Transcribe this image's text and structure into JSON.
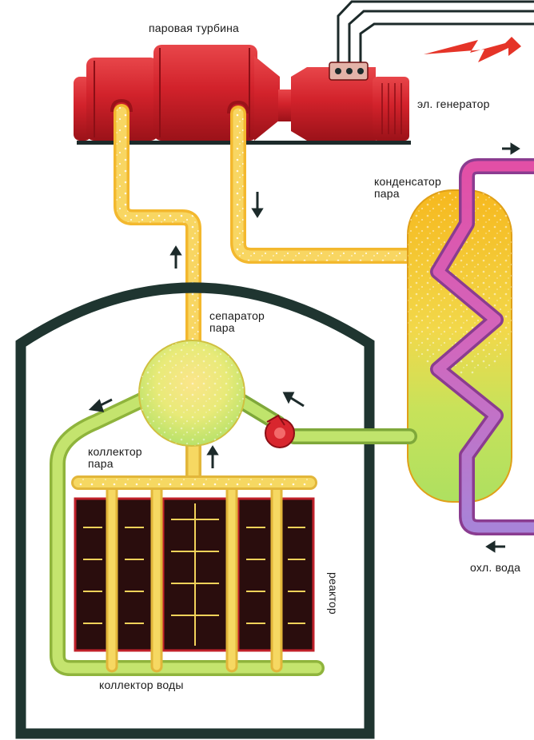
{
  "labels": {
    "turbine": "паровая турбина",
    "generator": "эл. генератор",
    "condenser_line1": "конденсатор",
    "condenser_line2": "пара",
    "separator_line1": "сепаратор",
    "separator_line2": "пара",
    "steam_collector_line1": "коллектор",
    "steam_collector_line2": "пара",
    "reactor": "реактор",
    "water_collector": "коллектор воды",
    "cooling_water": "охл. вода"
  },
  "colors": {
    "turbine_red": "#d8262e",
    "turbine_dark": "#a3141c",
    "steam_yellow": "#f5cf5a",
    "steam_orange": "#f3b226",
    "water_green": "#bde36a",
    "coolant_pink": "#e45aa8",
    "coolant_violet": "#b184d6",
    "reactor_wall": "#1f3530",
    "core_dark": "#2a0d0d",
    "lightning_red": "#e53428"
  },
  "icons": [
    "lightning-bolt-icon",
    "flow-arrow-icon"
  ]
}
